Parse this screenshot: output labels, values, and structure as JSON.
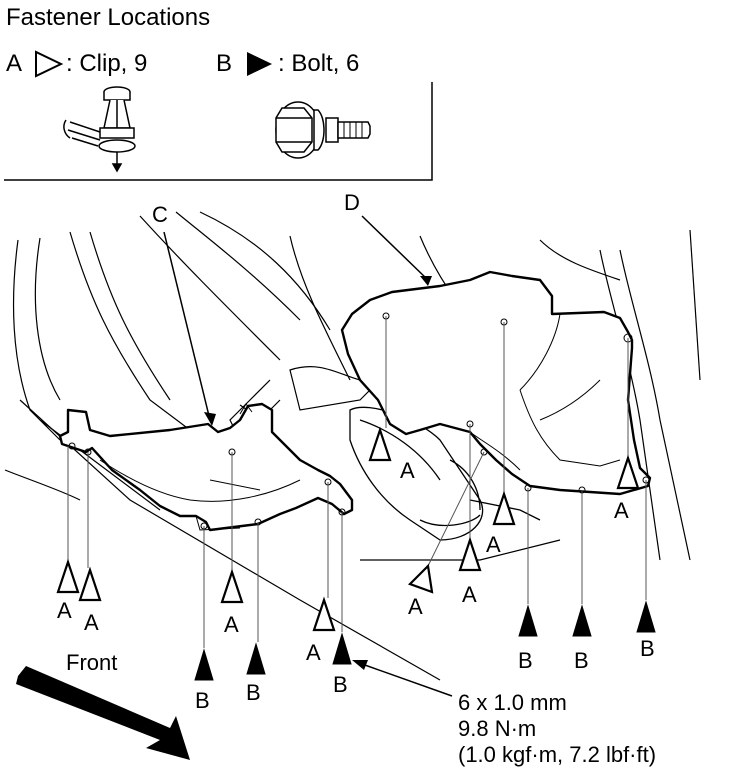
{
  "title": "Fastener Locations",
  "legend": {
    "a": {
      "letter": "A",
      "desc": ": Clip, 9"
    },
    "b": {
      "letter": "B",
      "desc": ": Bolt, 6"
    }
  },
  "labels": {
    "c": "C",
    "d": "D",
    "a": "A",
    "b": "B",
    "front": "Front"
  },
  "spec": {
    "size": "6 x 1.0 mm",
    "torque": "9.8 N·m",
    "alt": "(1.0 kgf·m, 7.2 lbf·ft)"
  },
  "colors": {
    "ink": "#000000",
    "paper": "#ffffff",
    "thin": "#555555"
  }
}
